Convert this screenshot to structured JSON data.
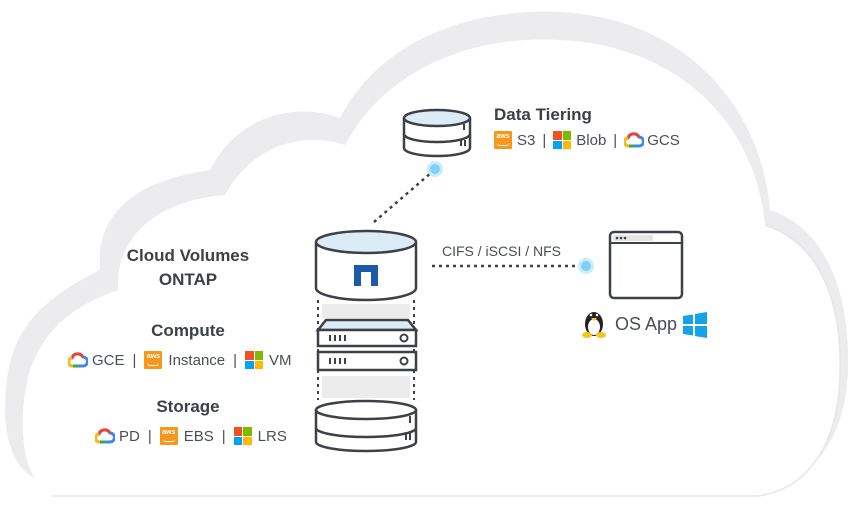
{
  "diagram": {
    "data_tiering": {
      "title": "Data Tiering",
      "items": [
        {
          "icon": "aws-icon",
          "label": "S3"
        },
        {
          "icon": "microsoft-icon",
          "label": "Blob"
        },
        {
          "icon": "google-cloud-icon",
          "label": "GCS"
        }
      ]
    },
    "cvo": {
      "title_line1": "Cloud Volumes",
      "title_line2": "ONTAP"
    },
    "compute": {
      "title": "Compute",
      "items": [
        {
          "icon": "google-cloud-icon",
          "label": "GCE"
        },
        {
          "icon": "aws-icon",
          "label": "Instance"
        },
        {
          "icon": "microsoft-icon",
          "label": "VM"
        }
      ]
    },
    "storage": {
      "title": "Storage",
      "items": [
        {
          "icon": "google-cloud-icon",
          "label": "PD"
        },
        {
          "icon": "aws-icon",
          "label": "EBS"
        },
        {
          "icon": "microsoft-icon",
          "label": "LRS"
        }
      ]
    },
    "protocol_label": "CIFS / iSCSI / NFS",
    "os_app_label": "OS App",
    "aws_badge_text": "aws",
    "separator": "|",
    "colors": {
      "outline": "#3d4147",
      "netapp_blue": "#1f5aa6",
      "aws_orange": "#f7981d",
      "ms_red": "#f25022",
      "ms_green": "#7fba00",
      "ms_blue": "#00a4ef",
      "ms_yellow": "#ffb900",
      "windows_blue": "#12a3e8",
      "connector_dot": "#7fd0f5",
      "cloud_shadow": "#ececef",
      "disk_top_fill": "#dcecf7"
    }
  }
}
